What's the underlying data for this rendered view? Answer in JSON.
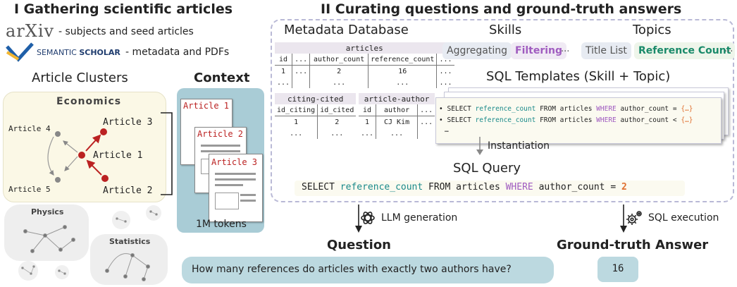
{
  "left": {
    "title": "I Gathering scientific articles",
    "arxiv_logo": "arXiv",
    "arxiv_desc": "- subjects and seed articles",
    "semantic_logo_a": "SEMANTIC",
    "semantic_logo_b": "SCHOLAR",
    "semantic_desc": "- metadata and PDFs",
    "clusters_title": "Article Clusters",
    "economics": "Economics",
    "nodes": [
      "Article 4",
      "Article 3",
      "Article 1",
      "Article 5",
      "Article 2"
    ],
    "physics": "Physics",
    "statistics": "Statistics",
    "context_title": "Context",
    "docs": [
      "Article 1",
      "Article 2",
      "Article 3"
    ],
    "tokens": "1M tokens"
  },
  "right": {
    "title": "II Curating questions and ground-truth answers",
    "metadata_title": "Metadata Database",
    "skills_title": "Skills",
    "topics_title": "Topics",
    "skills": [
      "Aggregating",
      "Filtering",
      "..."
    ],
    "topics": [
      "Title List",
      "Reference Count",
      "..."
    ],
    "articles_table": {
      "name": "articles",
      "headers": [
        "id",
        "...",
        "author_count",
        "reference_count",
        "..."
      ],
      "row1": [
        "1",
        "...",
        "2",
        "16",
        "..."
      ],
      "row2": [
        "...",
        "",
        "...",
        "...",
        "..."
      ]
    },
    "citing_table": {
      "name": "citing-cited",
      "headers": [
        "id_citing",
        "id_cited"
      ],
      "row1": [
        "1",
        "2"
      ],
      "row2": [
        "...",
        "..."
      ]
    },
    "author_table": {
      "name": "article-author",
      "headers": [
        "id",
        "author",
        "..."
      ],
      "row1": [
        "1",
        "CJ Kim",
        "..."
      ],
      "row2": [
        "...",
        "...",
        ""
      ]
    },
    "sql_templates_title": "SQL Templates (Skill + Topic)",
    "tmpl1": {
      "bullet": "•",
      "a": "SELECT",
      "b": "reference_count",
      "c": "FROM articles",
      "d": "WHERE",
      "e": "author_count =",
      "f": "{…}"
    },
    "tmpl2": {
      "bullet": "•",
      "a": "SELECT",
      "b": "reference_count",
      "c": "FROM articles",
      "d": "WHERE",
      "e": "author_count <",
      "f": "{…}"
    },
    "tmpl_more": "…",
    "instantiation": "Instantiation",
    "sql_query_title": "SQL Query",
    "query": {
      "a": "SELECT",
      "b": "reference_count",
      "c": "FROM articles",
      "d": "WHERE",
      "e": "author_count =",
      "f": "2"
    },
    "llm_generation": "LLM generation",
    "sql_execution": "SQL execution",
    "question_title": "Question",
    "question": "How many references do articles with exactly two authors have?",
    "answer_title": "Ground-truth Answer",
    "answer": "16"
  },
  "colors": {
    "dashed_border": "#b9b9d6",
    "context_bg": "#a9ccd6",
    "question_bg": "#bcd9e0",
    "economics_bg": "#fbf8e6",
    "skill_bg": "#e7ebf2",
    "topic_bg": "#eef5ea",
    "article_red": "#b22222",
    "keyword": "#a05cc0",
    "column": "#1a8a8a"
  }
}
